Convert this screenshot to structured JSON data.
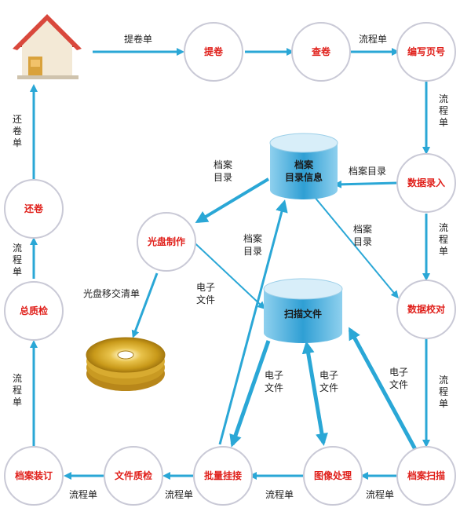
{
  "colors": {
    "arrow": "#2aa7d6",
    "circle_stroke": "#c9c9d6",
    "node_text": "#e0201b",
    "db_top": "#cfe7f5",
    "db_body": "#4aaed9"
  },
  "nodes": {
    "tijuan": "提卷",
    "chajuan": "查卷",
    "bianxie": "编写页号",
    "shuju_luru": "数据录入",
    "shuju_jiaodui": "数据校对",
    "dangan_saomiao": "档案扫描",
    "tuxiang_chuli": "图像处理",
    "piliang_guajie": "批量挂接",
    "wenjian_zhijian": "文件质检",
    "dangan_zhuangding": "档案装订",
    "zong_zhijian": "总质检",
    "huanjuan": "还卷",
    "guangpan_zhizuo": "光盘制作"
  },
  "databases": {
    "catalog": "档案\n目录信息",
    "scan": "扫描文件"
  },
  "edge_labels": {
    "tijuan_dan": "提卷单",
    "liuchengdan": "流程单",
    "huanjuan_dan": "还卷单",
    "dangan_mulu": "档案目录",
    "dangan_mulu_2line": "档案\n目录",
    "dianzi_wenjian": "电子\n文件",
    "guangpan_qingdan": "光盘移交清单"
  }
}
